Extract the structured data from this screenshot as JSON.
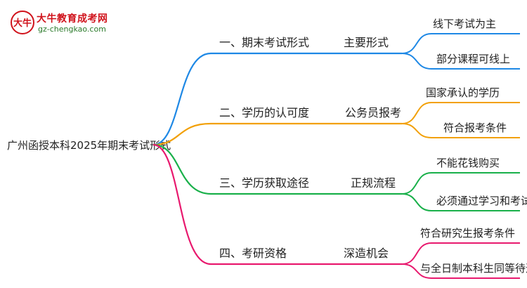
{
  "logo": {
    "title": "大牛教育成考网",
    "url": "gz-chengkao.com",
    "mark_text": "大牛"
  },
  "root": {
    "label": "广州函授本科2025年期末考试形式"
  },
  "branches": [
    {
      "label": "一、期末考试形式",
      "sub": "主要形式",
      "color": "#1e88e5",
      "leaves": [
        "线下考试为主",
        "部分课程可线上"
      ]
    },
    {
      "label": "二、学历的认可度",
      "sub": "公务员报考",
      "color": "#f2a007",
      "leaves": [
        "国家承认的学历",
        "符合报考条件"
      ]
    },
    {
      "label": "三、学历获取途径",
      "sub": "正规流程",
      "color": "#19b04a",
      "leaves": [
        "不能花钱购买",
        "必须通过学习和考试"
      ]
    },
    {
      "label": "四、考研资格",
      "sub": "深造机会",
      "color": "#e8196e",
      "leaves": [
        "符合研究生报考条件",
        "与全日制本科生同等待遇"
      ]
    }
  ]
}
